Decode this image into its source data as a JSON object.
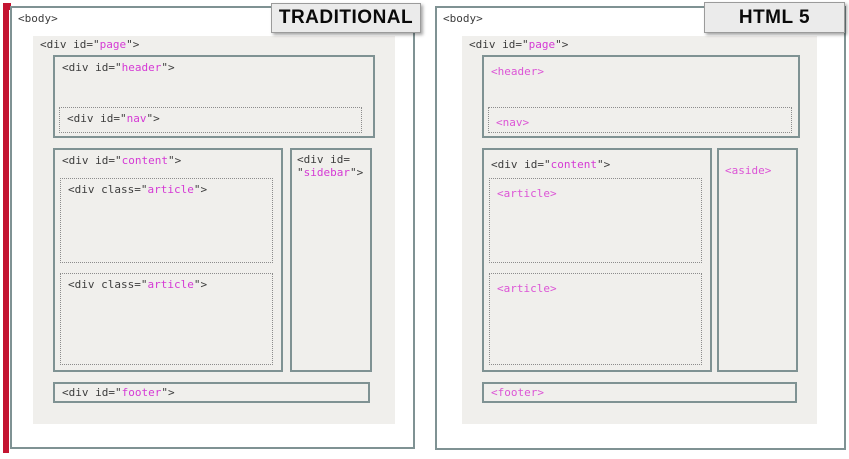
{
  "colors": {
    "red": "#c41431",
    "border": "#7f9293",
    "dots": "#8c8c8c",
    "pagebg": "#f0efec",
    "bodybg": "#ffffff",
    "titlebg": "#ebebeb",
    "titleborder": "#9b9b9b",
    "code": "#3d3d3d",
    "value": "#d53ad5",
    "element": "#dc55d6"
  },
  "panels": [
    {
      "title": "TRADITIONAL",
      "body_label": [
        {
          "t": "<body>",
          "c": "code"
        }
      ],
      "page_label": [
        {
          "t": "<div id=\"",
          "c": "code"
        },
        {
          "t": "page",
          "c": "value"
        },
        {
          "t": "\">",
          "c": "code"
        }
      ],
      "boxes": {
        "header": [
          {
            "t": "<div id=\"",
            "c": "code"
          },
          {
            "t": "header",
            "c": "value"
          },
          {
            "t": "\">",
            "c": "code"
          }
        ],
        "nav": [
          {
            "t": "<div id=\"",
            "c": "code"
          },
          {
            "t": "nav",
            "c": "value"
          },
          {
            "t": "\">",
            "c": "code"
          }
        ],
        "content": [
          {
            "t": "<div id=\"",
            "c": "code"
          },
          {
            "t": "content",
            "c": "value"
          },
          {
            "t": "\">",
            "c": "code"
          }
        ],
        "article1": [
          {
            "t": "<div class=\"",
            "c": "code"
          },
          {
            "t": "article",
            "c": "value"
          },
          {
            "t": "\">",
            "c": "code"
          }
        ],
        "article2": [
          {
            "t": "<div class=\"",
            "c": "code"
          },
          {
            "t": "article",
            "c": "value"
          },
          {
            "t": "\">",
            "c": "code"
          }
        ],
        "side": [
          {
            "t": "<div id=",
            "c": "code"
          },
          {
            "br": true
          },
          {
            "t": "\"",
            "c": "code"
          },
          {
            "t": "sidebar",
            "c": "value"
          },
          {
            "t": "\">",
            "c": "code"
          }
        ],
        "footer": [
          {
            "t": "<div id=\"",
            "c": "code"
          },
          {
            "t": "footer",
            "c": "value"
          },
          {
            "t": "\">",
            "c": "code"
          }
        ]
      }
    },
    {
      "title": "HTML 5",
      "body_label": [
        {
          "t": "<body>",
          "c": "code"
        }
      ],
      "page_label": [
        {
          "t": "<div id=\"",
          "c": "code"
        },
        {
          "t": "page",
          "c": "value"
        },
        {
          "t": "\">",
          "c": "code"
        }
      ],
      "boxes": {
        "header": [
          {
            "t": "<header>",
            "c": "element"
          }
        ],
        "nav": [
          {
            "t": "<nav>",
            "c": "element"
          }
        ],
        "content": [
          {
            "t": "<div id=\"",
            "c": "code"
          },
          {
            "t": "content",
            "c": "value"
          },
          {
            "t": "\">",
            "c": "code"
          }
        ],
        "article1": [
          {
            "t": "<article>",
            "c": "element"
          }
        ],
        "article2": [
          {
            "t": "<article>",
            "c": "element"
          }
        ],
        "side": [
          {
            "t": "<aside>",
            "c": "element"
          }
        ],
        "footer": [
          {
            "t": "<footer>",
            "c": "element"
          }
        ]
      }
    }
  ]
}
